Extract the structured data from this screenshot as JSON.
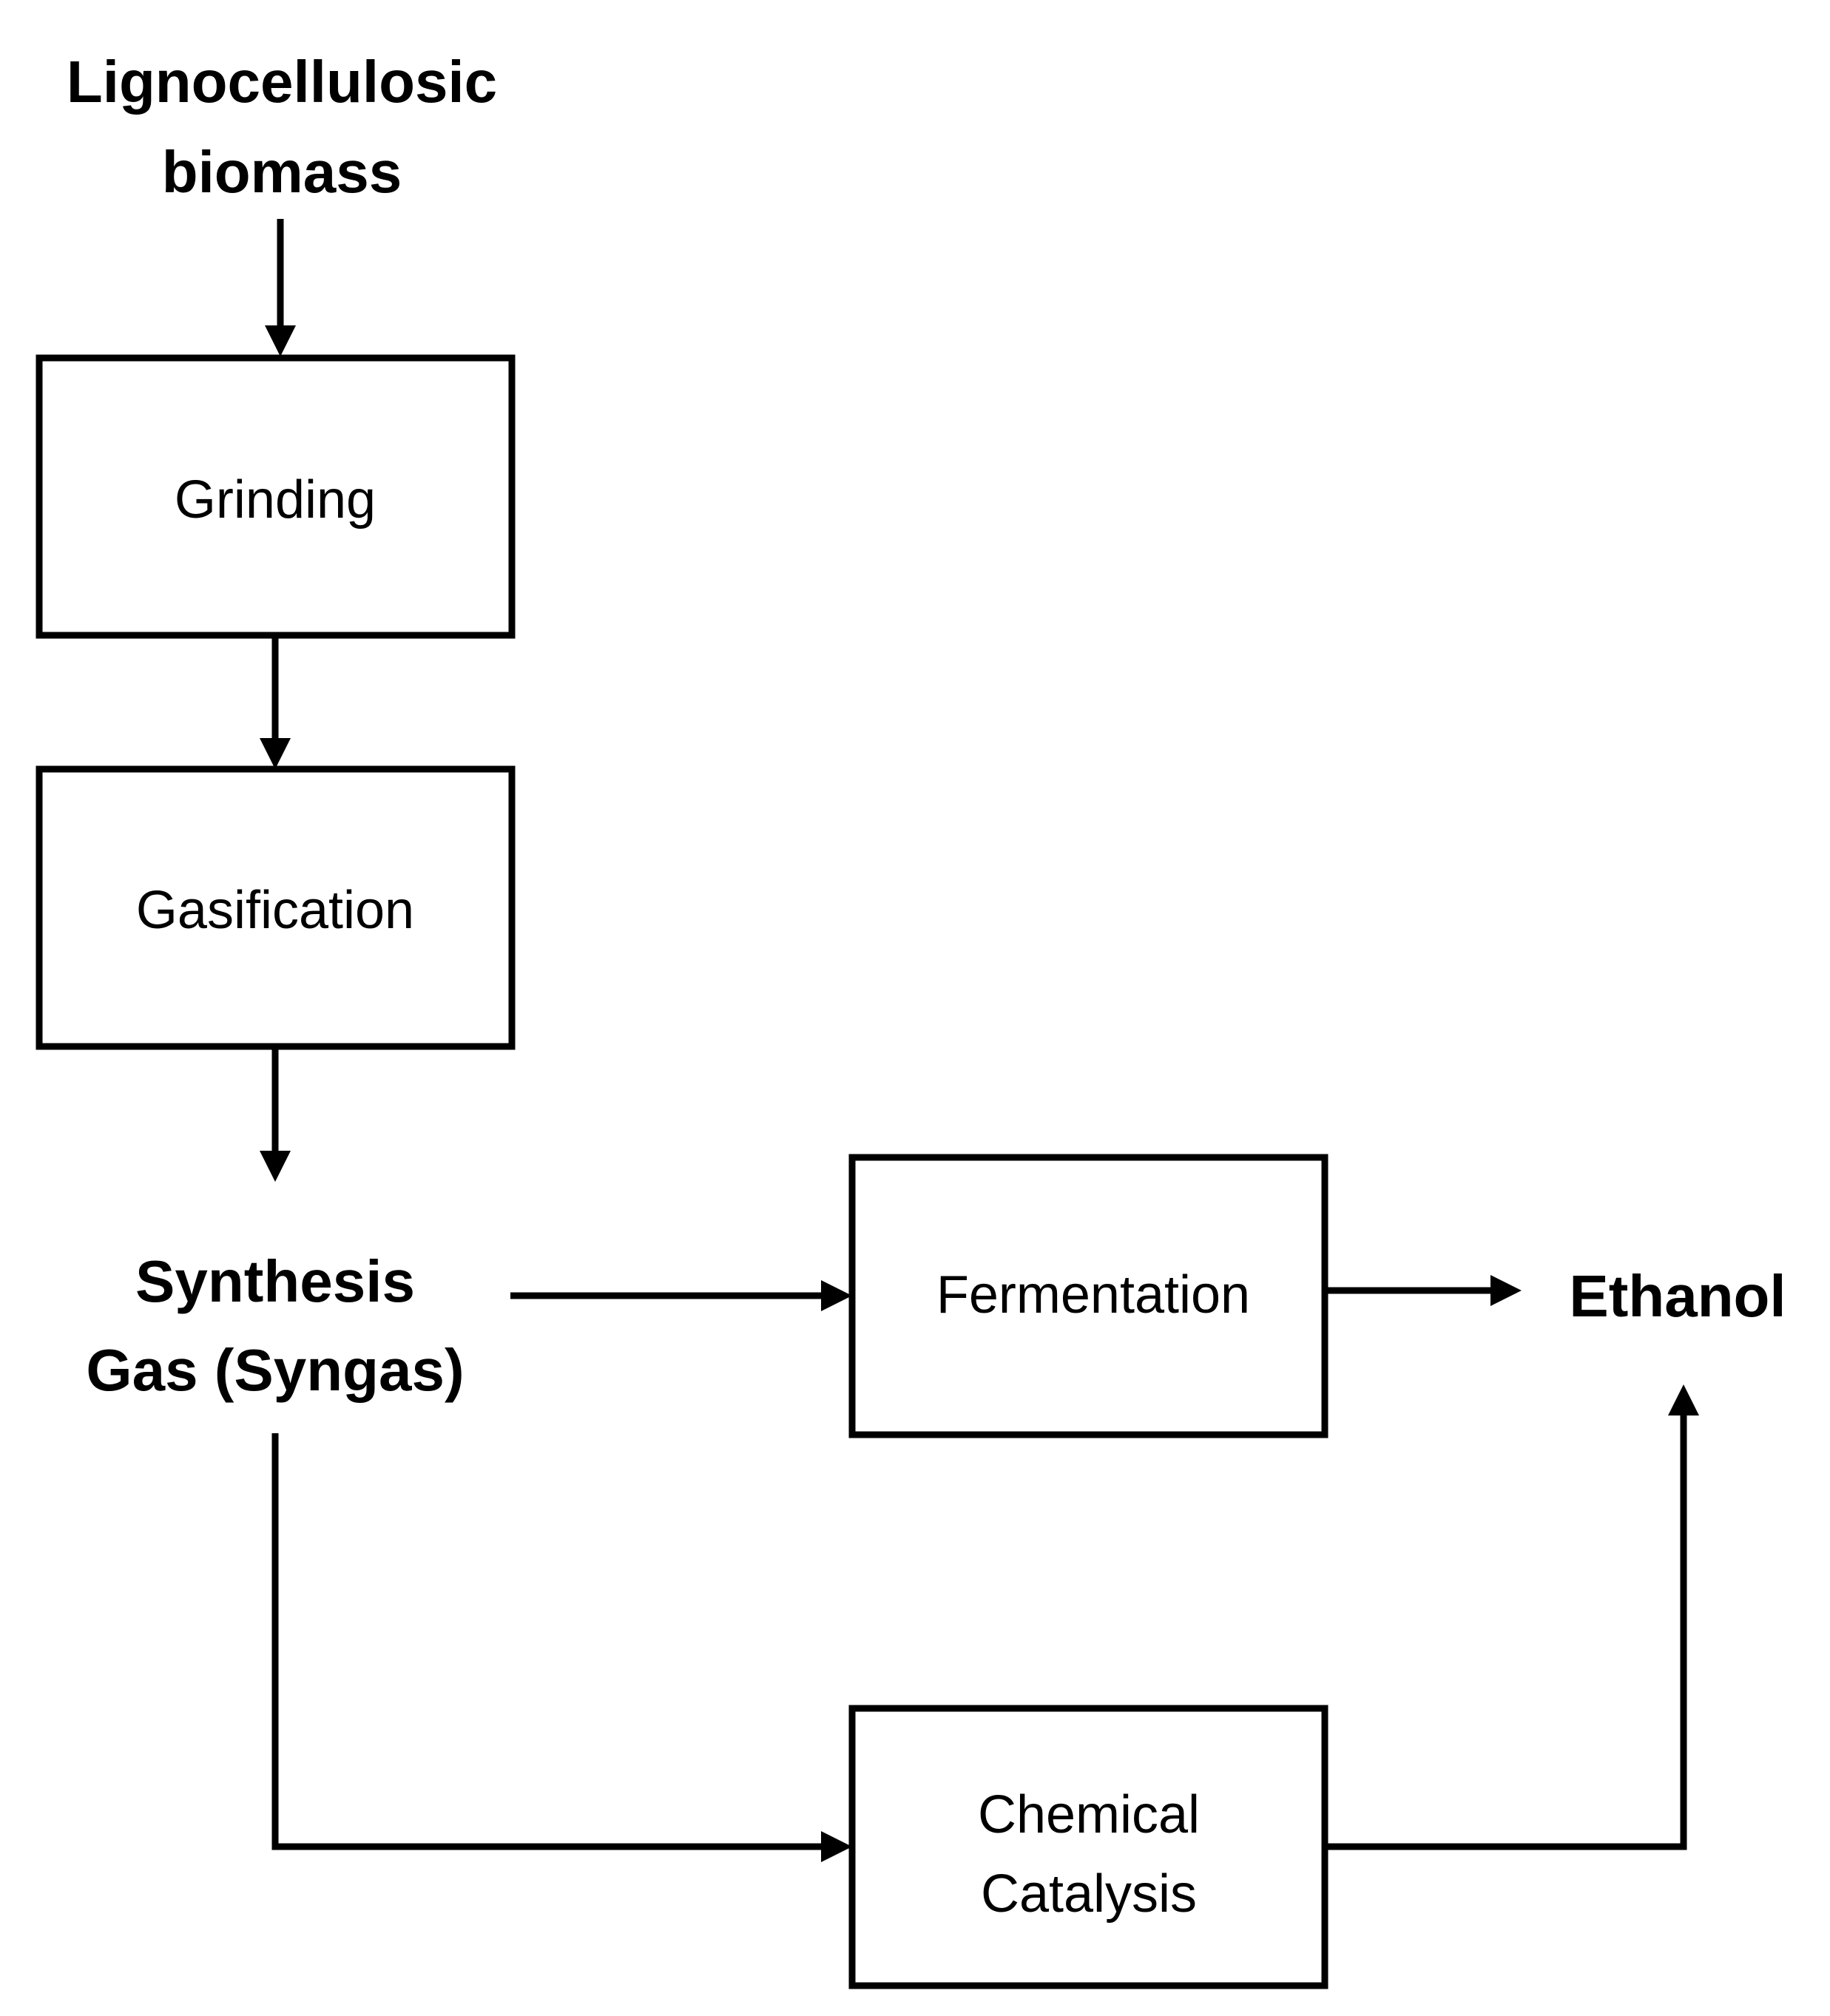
{
  "diagram": {
    "inputs": {
      "biomass_line1": "Lignocellulosic",
      "biomass_line2": "biomass"
    },
    "steps": {
      "grinding": "Grinding",
      "gasification": "Gasification",
      "fermentation": "Fermentation",
      "catalysis_line1": "Chemical",
      "catalysis_line2": "Catalysis"
    },
    "intermediates": {
      "syngas_line1": "Synthesis",
      "syngas_line2": "Gas (Syngas)"
    },
    "outputs": {
      "ethanol": "Ethanol"
    },
    "colors": {
      "stroke": "#000000",
      "background": "#ffffff"
    }
  }
}
